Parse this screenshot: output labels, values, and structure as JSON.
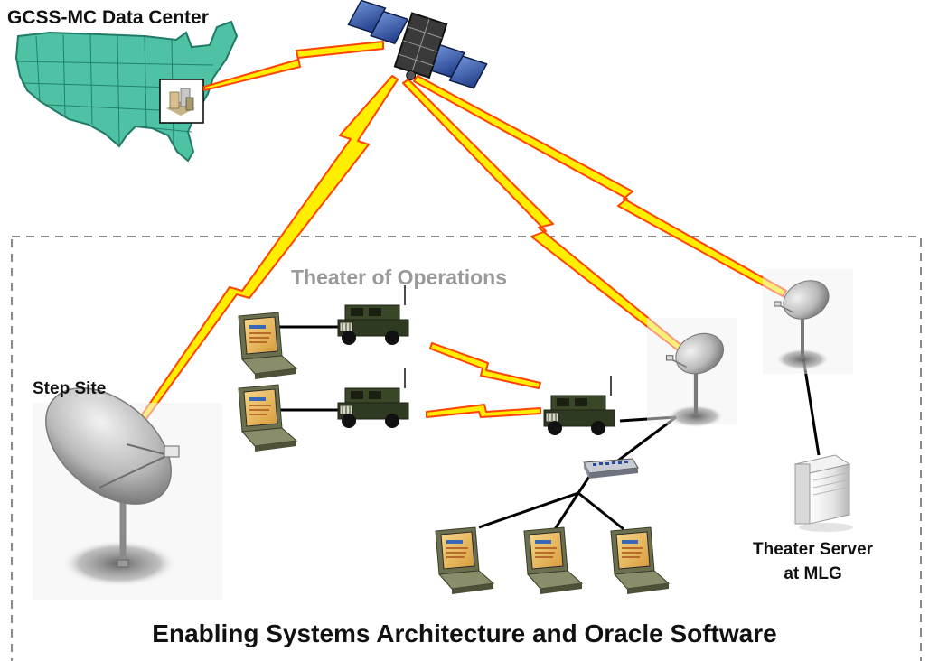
{
  "labels": {
    "data_center": "GCSS-MC Data Center",
    "theater": "Theater of Operations",
    "step_site": "Step Site",
    "server_line1": "Theater Server",
    "server_line2": "at MLG",
    "footer": "Enabling Systems Architecture and Oracle Software"
  },
  "nodes": [
    {
      "id": "satellite",
      "icon": "satellite-icon"
    },
    {
      "id": "us-map",
      "icon": "us-map-icon"
    },
    {
      "id": "data-center",
      "icon": "server-rack-icon"
    },
    {
      "id": "step-site-dish",
      "icon": "satellite-dish-icon"
    },
    {
      "id": "theater-dish-1",
      "icon": "satellite-dish-icon"
    },
    {
      "id": "theater-dish-2",
      "icon": "satellite-dish-icon"
    },
    {
      "id": "humvee-1",
      "icon": "humvee-icon"
    },
    {
      "id": "humvee-2",
      "icon": "humvee-icon"
    },
    {
      "id": "humvee-hub",
      "icon": "humvee-icon"
    },
    {
      "id": "laptop-1",
      "icon": "laptop-icon"
    },
    {
      "id": "laptop-2",
      "icon": "laptop-icon"
    },
    {
      "id": "laptop-3",
      "icon": "laptop-icon"
    },
    {
      "id": "laptop-4",
      "icon": "laptop-icon"
    },
    {
      "id": "laptop-5",
      "icon": "laptop-icon"
    },
    {
      "id": "network-switch",
      "icon": "network-switch-icon"
    },
    {
      "id": "theater-server",
      "icon": "tower-server-icon"
    }
  ],
  "links": [
    {
      "from": "data-center",
      "to": "satellite",
      "type": "wireless"
    },
    {
      "from": "satellite",
      "to": "step-site-dish",
      "type": "wireless"
    },
    {
      "from": "satellite",
      "to": "theater-dish-1",
      "type": "wireless"
    },
    {
      "from": "satellite",
      "to": "theater-dish-2",
      "type": "wireless"
    },
    {
      "from": "humvee-1",
      "to": "humvee-hub",
      "type": "wireless"
    },
    {
      "from": "humvee-2",
      "to": "humvee-hub",
      "type": "wireless"
    },
    {
      "from": "laptop-1",
      "to": "humvee-1",
      "type": "wired"
    },
    {
      "from": "laptop-2",
      "to": "humvee-2",
      "type": "wired"
    },
    {
      "from": "humvee-hub",
      "to": "theater-dish-1",
      "type": "wired"
    },
    {
      "from": "theater-dish-1",
      "to": "network-switch",
      "type": "wired"
    },
    {
      "from": "network-switch",
      "to": "laptop-3",
      "type": "wired"
    },
    {
      "from": "network-switch",
      "to": "laptop-4",
      "type": "wired"
    },
    {
      "from": "network-switch",
      "to": "laptop-5",
      "type": "wired"
    },
    {
      "from": "theater-dish-2",
      "to": "theater-server",
      "type": "wired"
    }
  ],
  "colors": {
    "bolt_fill": "#ffee00",
    "bolt_stroke": "#ff4400",
    "map_fill": "#4fc1a4",
    "map_border": "#1f7a66",
    "boundary": "#8a8a8a",
    "theater_label": "#9a9a9a",
    "vehicle": "#2f3a22",
    "wire": "#000000"
  }
}
